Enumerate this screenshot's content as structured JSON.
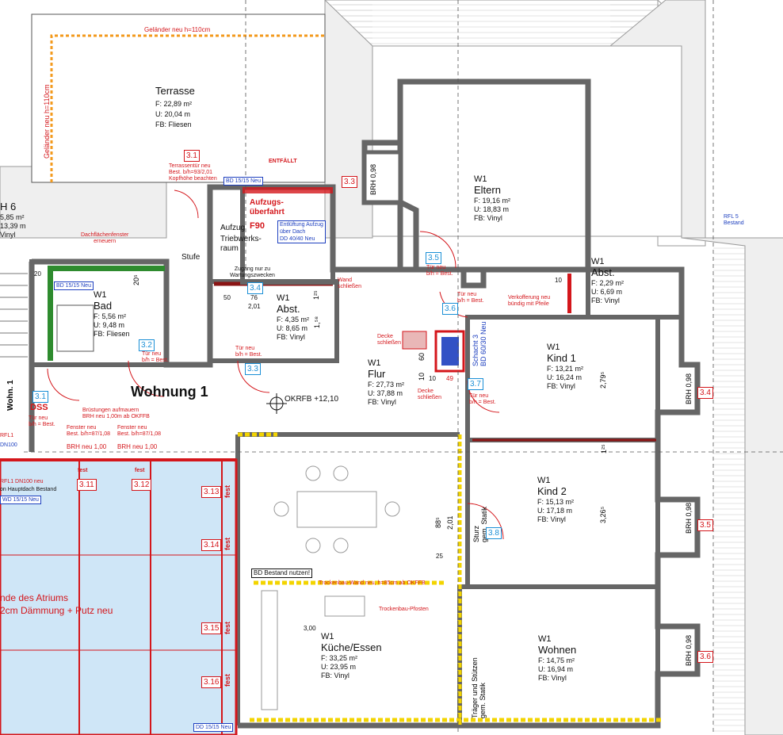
{
  "title": "Wohnung 1",
  "rooms": {
    "terrasse": {
      "name": "Terrasse",
      "f": "F: 22,89 m²",
      "u": "U: 20,04 m",
      "fb": "FB: Fliesen"
    },
    "eltern": {
      "code": "W1",
      "name": "Eltern",
      "f": "F: 19,16 m²",
      "u": "U: 18,83 m",
      "fb": "FB: Vinyl"
    },
    "abst_right": {
      "code": "W1",
      "name": "Abst.",
      "f": "F: 2,29 m²",
      "u": "U: 6,69 m",
      "fb": "FB: Vinyl"
    },
    "bad": {
      "code": "W1",
      "name": "Bad",
      "f": "F: 5,56 m²",
      "u": "U: 9,48 m",
      "fb": "FB: Fliesen"
    },
    "abst_mid": {
      "code": "W1",
      "name": "Abst.",
      "f": "F: 4,35 m²",
      "u": "U: 8,65 m",
      "fb": "FB: Vinyl"
    },
    "flur": {
      "code": "W1",
      "name": "Flur",
      "f": "F: 27,73 m²",
      "u": "U: 37,88 m",
      "fb": "FB: Vinyl"
    },
    "kind1": {
      "code": "W1",
      "name": "Kind 1",
      "f": "F: 13,21 m²",
      "u": "U: 16,24 m",
      "fb": "FB: Vinyl"
    },
    "kind2": {
      "code": "W1",
      "name": "Kind 2",
      "f": "F: 15,13 m²",
      "u": "U: 17,18 m",
      "fb": "FB: Vinyl"
    },
    "kueche": {
      "code": "W1",
      "name": "Küche/Essen",
      "f": "F: 33,25 m²",
      "u": "U: 23,95 m",
      "fb": "FB: Vinyl"
    },
    "wohnen": {
      "code": "W1",
      "name": "Wohnen",
      "f": "F: 14,75 m²",
      "u": "U: 16,94 m",
      "fb": "FB: Vinyl"
    },
    "h6": {
      "name": "H 6",
      "f": "5,85 m²",
      "u": "13,39 m",
      "fb": "Vinyl"
    }
  },
  "labels": {
    "aufzug": "Aufzug",
    "triebwerksraum": "Triebwerks-\nraum",
    "stufe": "Stufe",
    "aufzugsueberfahrt": "Aufzugs-\nüberfahrt",
    "f90": "F90",
    "entlueftung": "Entlüftung Aufzug\nüber Dach\nDD 40/40 Neu",
    "zugang": "Zugang nur zu\nWartungszwecken",
    "wand_schliessen": "Wand\nschließen",
    "entfaellt": "ENTFÄLLT",
    "gelaender_top": "Geländer neu h=110cm",
    "gelaender_side": "Geländer neu h=110cm",
    "terrassentuer": "Terrassentür neu\nBest. b/h=93/2,01\nKopfhöhe beachten",
    "dachflaechenfenster": "Dachflächenfenster\nerneuern",
    "tuer_neu_35": "Tür neu\nb/h = Best.",
    "tuer_neu_36": "Tür neu\nb/h = Best.",
    "tuer_neu_33": "Tür neu\nb/h = Best.",
    "tuer_neu_32": "Tür neu\nb/h = Best.",
    "tuer_neu_37": "Tür neu\nb/h = Best.",
    "tuer_neu_31": "Tür neu\nb/h = Best.",
    "verkofferung": "Verkofferung neu\nbündig mit Pfeile",
    "decke_schliessen_1": "Decke\nschließen",
    "decke_schliessen_2": "Decke\nschließen",
    "okrfb": "OKRFB +12,10",
    "bruestungen": "Brüstungen aufmauern\nBRH neu 1,00m ab OKFFB",
    "fenster_neu_1": "Fenster neu\nBest. b/h=87/1,08",
    "fenster_neu_2": "Fenster neu\nBest. b/h=87/1,08",
    "brh_neu_1": "BRH neu 1,00",
    "brh_neu_2": "BRH neu 1,00",
    "dss": "DSS",
    "wohn_1": "Wohn. 1",
    "bd_15_15_neu_1": "BD 15/15 Neu",
    "bd_15_15_neu_2": "BD 15/15 Neu",
    "bd_bestand": "BD Bestand nutzen!",
    "trockenbau_wand": "Trockenbau-Wand neu, h=85cm ab OKFFB",
    "trockenbau_pfosten": "Trockenbau-Pfosten",
    "atrium_1": "nde des Atriums",
    "atrium_2": "2cm Dämmung + Putz neu",
    "rfl_dn100": "RFL1 DN100 neu",
    "hauptdach": "on Hauptdach Bestand",
    "wd_15_15": "WD 15/15 Neu",
    "dd_15_15": "DD 15/15 Neu",
    "rfl5": "RFL 5\nBestand",
    "fest": "fest",
    "sturz": "Sturz\ngem. Statik",
    "traeger": "Träger und Stützen\ngem. Statik",
    "schacht": "Schacht 3\nBD 60/30 Neu",
    "brh_098": "BRH 0,98",
    "rfl1": "RFL1",
    "dn100": "DN100"
  },
  "dimensions": {
    "d300": "3,00",
    "d50": "50",
    "d76": "76",
    "d201a": "2,01",
    "d201b": "2,01",
    "d125a": "1²⁵",
    "d125b": "1²⁵",
    "d158": "1,⁵⁸",
    "d279": "2,79⁵",
    "d326": "3,26⁵",
    "d885": "88⁵",
    "d25": "25",
    "d10a": "10",
    "d10b": "10",
    "d10c": "10",
    "d49": "49",
    "d60": "60",
    "d20": "20",
    "d205": "20⁵"
  },
  "tags_red": [
    "3.1",
    "3.3",
    "3.4",
    "3.5",
    "3.6",
    "3.11",
    "3.12",
    "3.13",
    "3.14",
    "3.15",
    "3.16"
  ],
  "tags_blue": [
    "3.1",
    "3.2",
    "3.3",
    "3.4",
    "3.5",
    "3.6",
    "3.7",
    "3.8"
  ],
  "colors": {
    "wall": "#666666",
    "wall_fill": "#ffffff",
    "red": "#d4161b",
    "blue": "#1d3fbf",
    "cyan": "#1a8fd6",
    "yellow": "#f3d400",
    "atrium": "#cfe6f7",
    "green": "#2e8b2e",
    "orange": "#f39a1d"
  }
}
